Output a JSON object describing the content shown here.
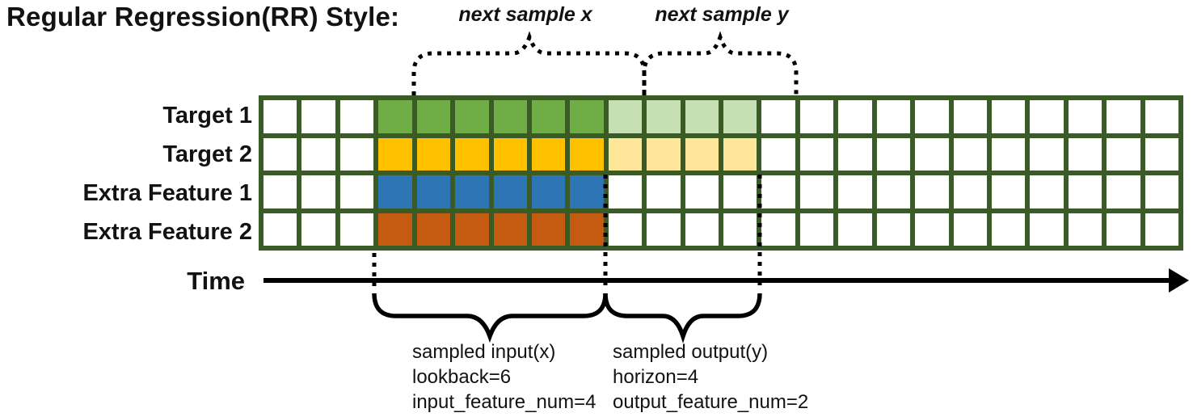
{
  "title": "Regular Regression(RR) Style:",
  "annotations": {
    "next_sample_x": "next sample x",
    "next_sample_y": "next sample y",
    "time_label": "Time",
    "sampled_input": {
      "title": "sampled input(x)",
      "lookback": "lookback=6",
      "features": "input_feature_num=4"
    },
    "sampled_output": {
      "title": "sampled output(y)",
      "horizon": "horizon=4",
      "features": "output_feature_num=2"
    }
  },
  "params": {
    "lookback": 6,
    "horizon": 4,
    "input_feature_num": 4,
    "output_feature_num": 2
  },
  "grid": {
    "total_cols": 24,
    "total_rows": 4,
    "lookback_cols": {
      "start": 4,
      "end": 9
    },
    "horizon_cols": {
      "start": 10,
      "end": 13
    },
    "border_color": "#3A5A26",
    "empty_cell_color": "#FFFFFF",
    "rows": [
      {
        "label": "Target 1",
        "lookback_color": "#70AD47",
        "horizon_color": "#C6E0B4"
      },
      {
        "label": "Target 2",
        "lookback_color": "#FFC000",
        "horizon_color": "#FFE699"
      },
      {
        "label": "Extra Feature 1",
        "lookback_color": "#2E75B6",
        "horizon_color": "#FFFFFF"
      },
      {
        "label": "Extra Feature 2",
        "lookback_color": "#C55A11",
        "horizon_color": "#FFFFFF"
      }
    ],
    "annotation_color": "#000000"
  }
}
